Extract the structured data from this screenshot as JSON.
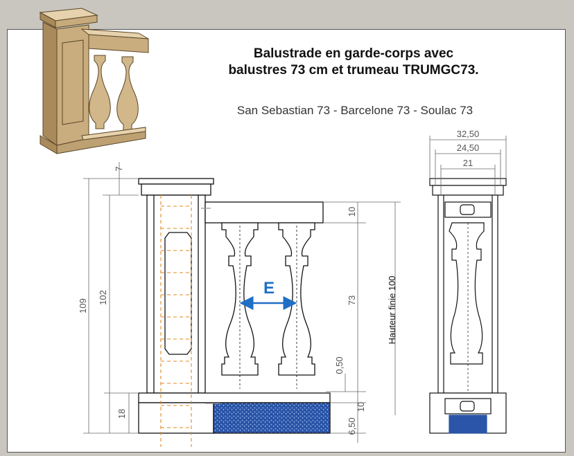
{
  "title": {
    "line1": "Balustrade en garde-corps avec",
    "line2": "balustres 73 cm et trumeau TRUMGC73."
  },
  "subtitle": "San Sebastian 73 - Barcelone 73 - Soulac 73",
  "dimensions": {
    "top_cap": "7",
    "total_height": "109",
    "pillar_height": "102",
    "base_height": "18",
    "handrail": "10",
    "baluster": "73",
    "offset": "0,50",
    "plinth": "10",
    "foundation": "6,50",
    "finished_height": "Hauteur finie 100",
    "side_width_outer": "32,50",
    "side_width_mid": "24,50",
    "side_width_inner": "21"
  },
  "annotation": {
    "spacing_label": "E"
  },
  "colors": {
    "guide_orange": "#e08a1e",
    "arrow_blue": "#1f6fc5",
    "foundation_blue": "#2a55a8",
    "line": "#111111",
    "dim_line": "#666666",
    "stone": "#b99a6b"
  }
}
